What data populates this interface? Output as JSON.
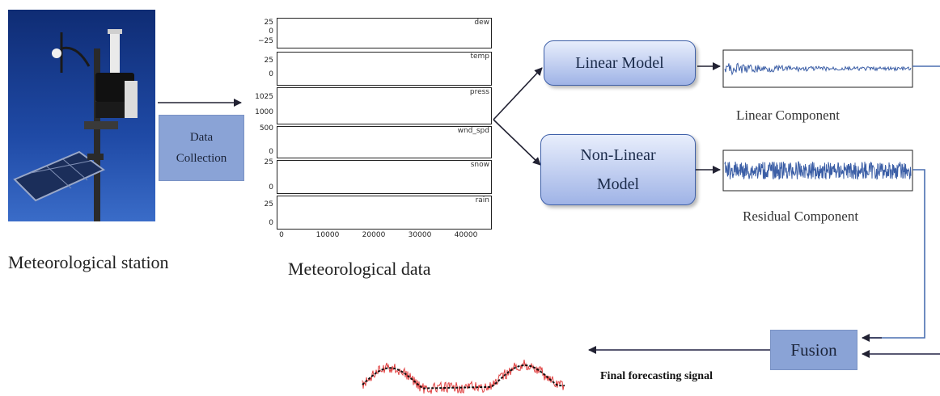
{
  "station": {
    "caption": "Meteorological station"
  },
  "collection": {
    "line1": "Data",
    "line2": "Collection"
  },
  "met_data": {
    "caption": "Meteorological data"
  },
  "subplots": [
    {
      "tag": "dew",
      "yticks": [
        "25",
        "0",
        "−25"
      ]
    },
    {
      "tag": "temp",
      "yticks": [
        "25",
        "0"
      ]
    },
    {
      "tag": "press",
      "yticks": [
        "1025",
        "1000"
      ]
    },
    {
      "tag": "wnd_spd",
      "yticks": [
        "500",
        "0"
      ]
    },
    {
      "tag": "snow",
      "yticks": [
        "25",
        "0"
      ]
    },
    {
      "tag": "rain",
      "yticks": [
        "25",
        "0"
      ]
    }
  ],
  "xticks": [
    "0",
    "10000",
    "20000",
    "30000",
    "40000"
  ],
  "linear_model": {
    "label": "Linear Model"
  },
  "nonlinear_model": {
    "line1": "Non-Linear",
    "line2": "Model"
  },
  "linear_component": {
    "caption": "Linear Component"
  },
  "residual_component": {
    "caption": "Residual Component"
  },
  "fusion": {
    "label": "Fusion"
  },
  "final_signal": {
    "caption": "Final forecasting signal"
  },
  "colors": {
    "signal_blue": "#3b5ea6",
    "box_fill": "#8aa3d6",
    "arrow_dark": "#222233",
    "forecast_red": "#e04040",
    "forecast_black": "#111111",
    "sky_blue": "#1c3f8e"
  }
}
